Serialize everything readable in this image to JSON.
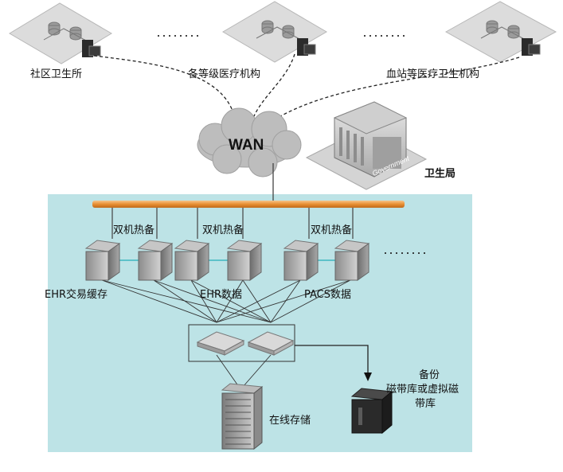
{
  "sites": {
    "community": "社区卫生所",
    "hospitals": "各等级医疗机构",
    "blood": "血站等医疗卫生机构"
  },
  "wan_label": "WAN",
  "health_bureau": "卫生局",
  "government_sign": "Government",
  "ellipsis": "········",
  "ha_label": "双机热备",
  "server_groups": {
    "ehr_cache": "EHR交易缓存",
    "ehr_data": "EHR数据",
    "pacs_data": "PACS数据"
  },
  "online_storage": "在线存储",
  "backup": {
    "line1": "备份",
    "line2": "磁带库或虚拟磁",
    "line3": "带库"
  },
  "colors": {
    "datacenter_bg": "#bde3e6",
    "bus_bar": "#f0a04b",
    "server_body": "#9a9a9a",
    "tape_library": "#2a2a2a"
  }
}
